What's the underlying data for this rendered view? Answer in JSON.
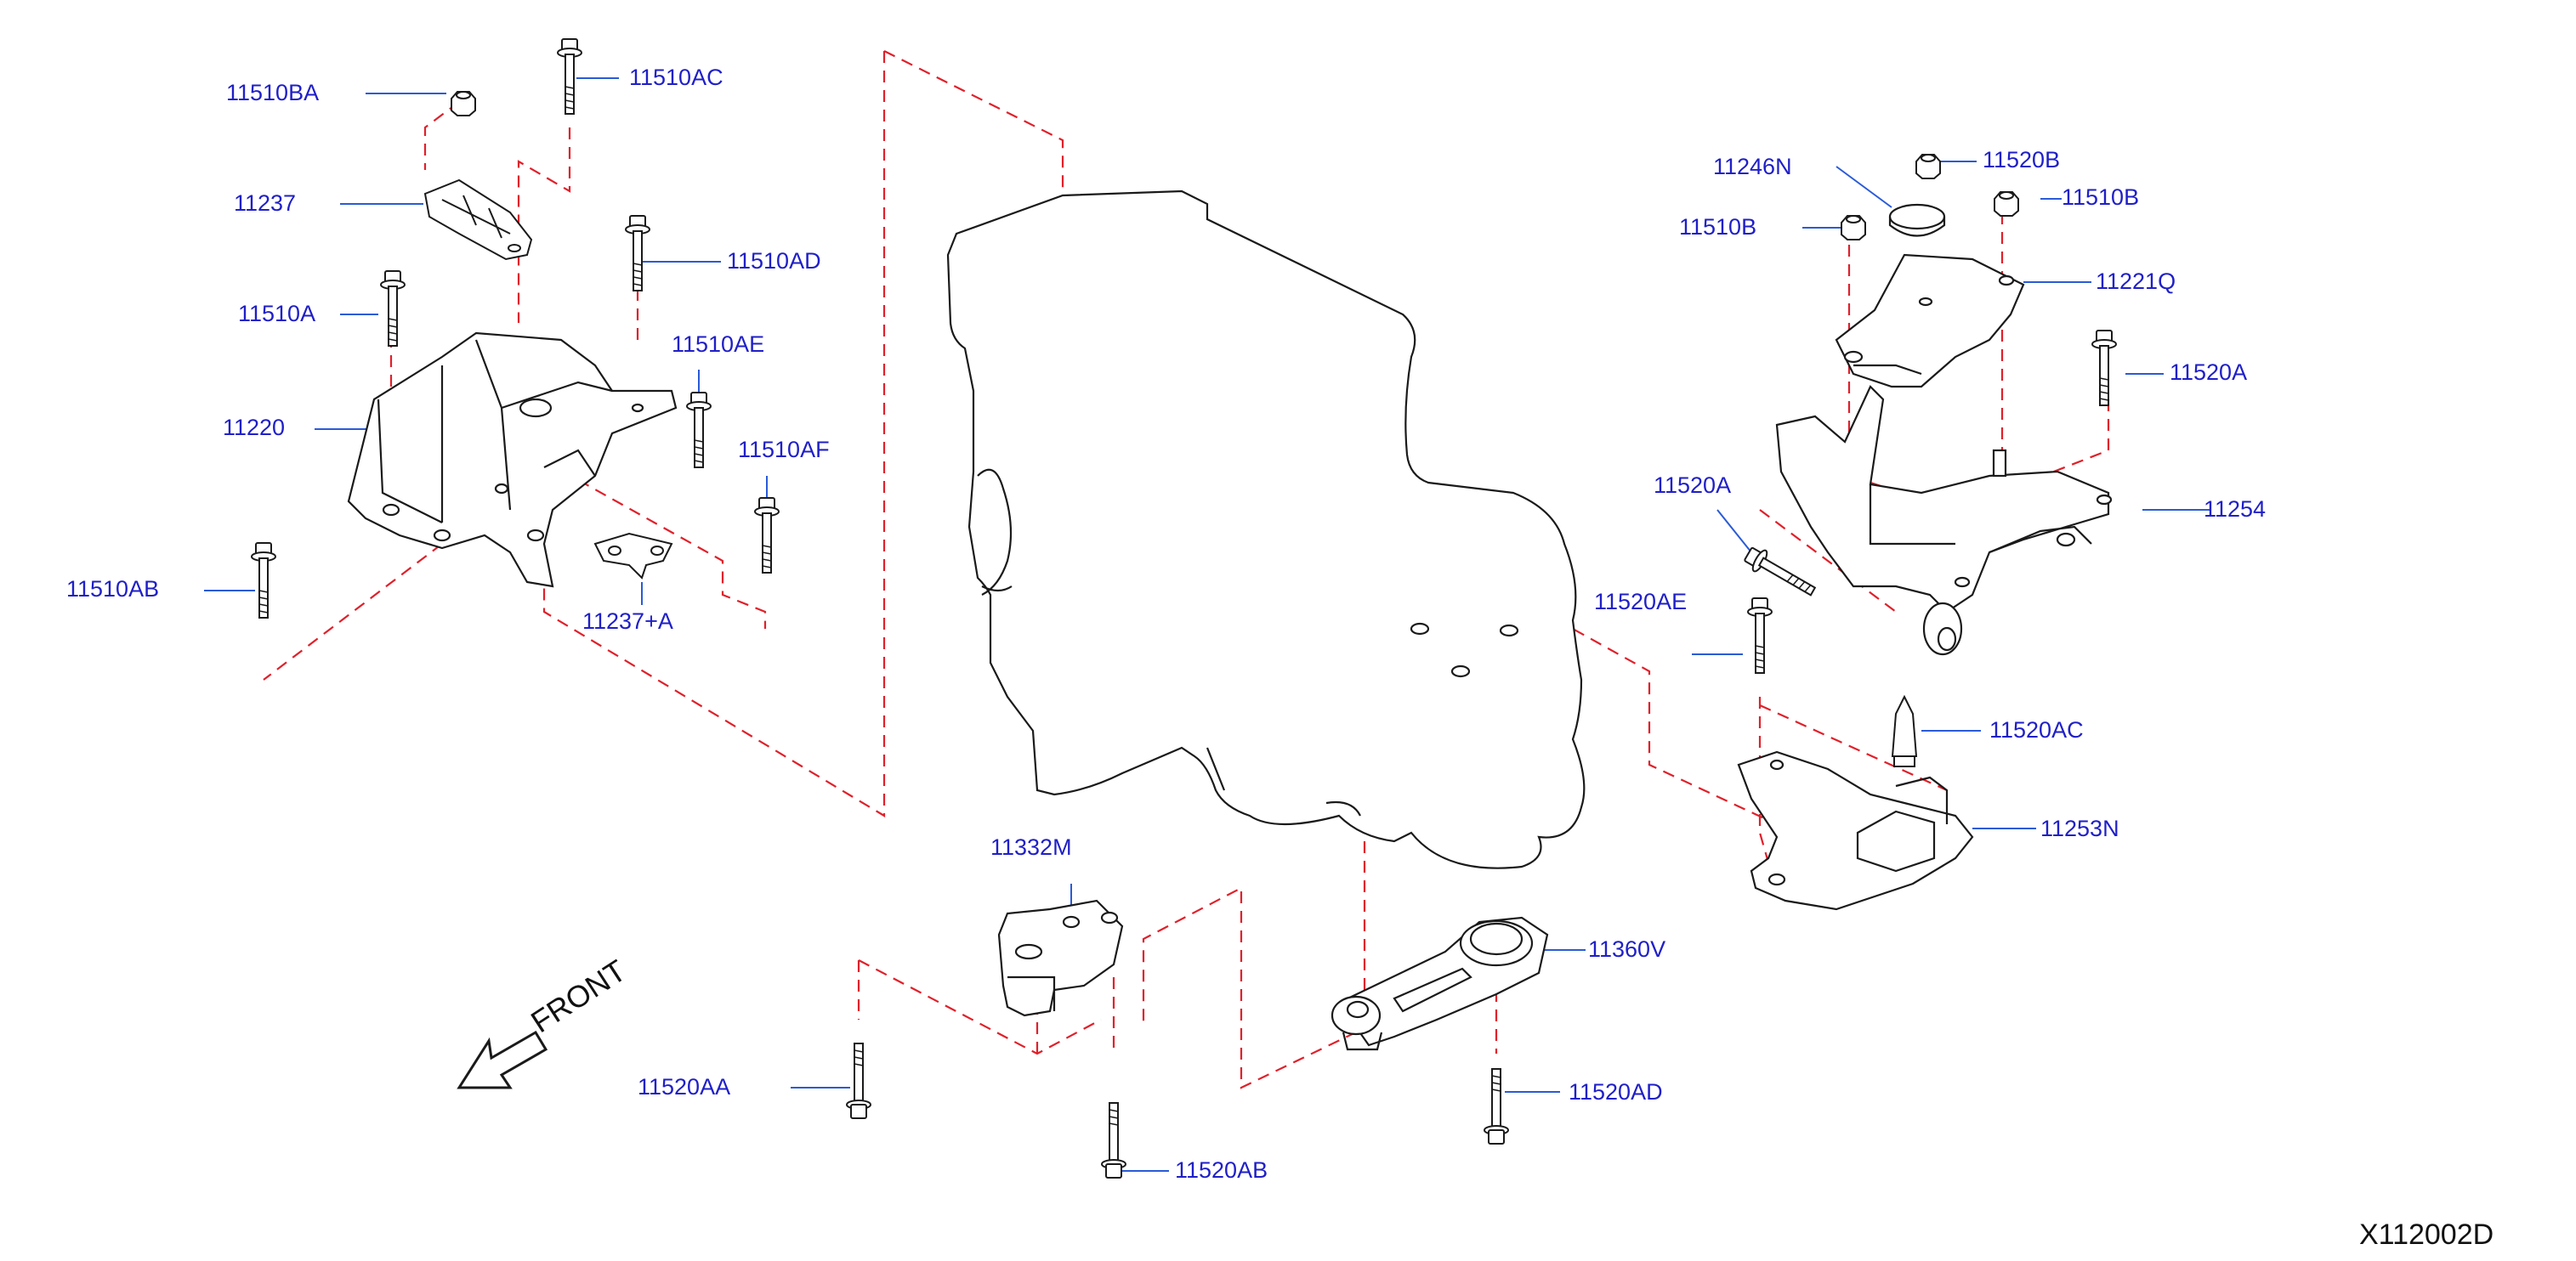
{
  "diagram_code": "X112002D",
  "front_label": "FRONT",
  "colors": {
    "label": "#1f1fc8",
    "leader": "#2a5bd7",
    "dashed": "#e0202a",
    "outline": "#1a1a1a"
  },
  "parts": [
    {
      "id": "p11510BA",
      "label": "11510BA"
    },
    {
      "id": "p11510AC",
      "label": "11510AC"
    },
    {
      "id": "p11237",
      "label": "11237"
    },
    {
      "id": "p11510AD",
      "label": "11510AD"
    },
    {
      "id": "p11510A",
      "label": "11510A"
    },
    {
      "id": "p11510AE",
      "label": "11510AE"
    },
    {
      "id": "p11220",
      "label": "11220"
    },
    {
      "id": "p11510AF",
      "label": "11510AF"
    },
    {
      "id": "p11510AB",
      "label": "11510AB"
    },
    {
      "id": "p11237A",
      "label": "11237+A"
    },
    {
      "id": "p11246N",
      "label": "11246N"
    },
    {
      "id": "p11520B",
      "label": "11520B"
    },
    {
      "id": "p11510B_l",
      "label": "11510B"
    },
    {
      "id": "p11510B_r",
      "label": "11510B"
    },
    {
      "id": "p11221Q",
      "label": "11221Q"
    },
    {
      "id": "p11520A_r",
      "label": "11520A"
    },
    {
      "id": "p11520A_l",
      "label": "11520A"
    },
    {
      "id": "p11254",
      "label": "11254"
    },
    {
      "id": "p11520AE",
      "label": "11520AE"
    },
    {
      "id": "p11520AC",
      "label": "11520AC"
    },
    {
      "id": "p11253N",
      "label": "11253N"
    },
    {
      "id": "p11332M",
      "label": "11332M"
    },
    {
      "id": "p11360V",
      "label": "11360V"
    },
    {
      "id": "p11520AA",
      "label": "11520AA"
    },
    {
      "id": "p11520AD",
      "label": "11520AD"
    },
    {
      "id": "p11520AB",
      "label": "11520AB"
    }
  ]
}
